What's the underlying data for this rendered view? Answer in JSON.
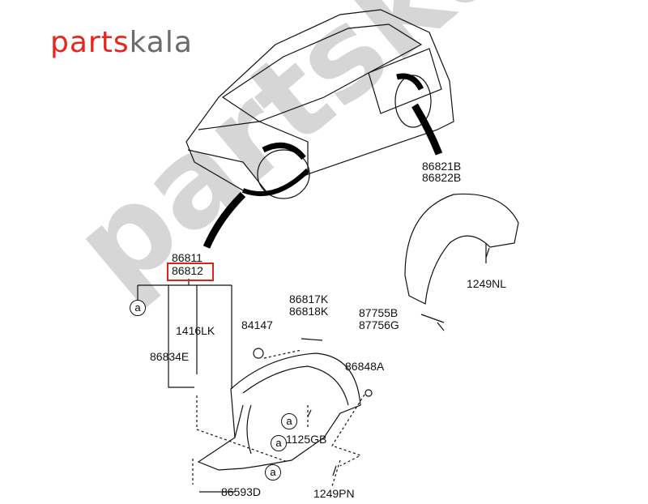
{
  "logo": {
    "part1": "parts",
    "part2": "kala"
  },
  "watermark": "partskala.ir",
  "labels": {
    "p86811": "86811",
    "p86812": "86812",
    "p1416LK": "1416LK",
    "p86834E": "86834E",
    "p84147": "84147",
    "p86817K": "86817K",
    "p86818K": "86818K",
    "p86848A": "86848A",
    "p1125GB": "1125GB",
    "p86593D": "86593D",
    "p1249PN": "1249PN",
    "p86821B": "86821B",
    "p86822B": "86822B",
    "p1249NL": "1249NL",
    "p87755B": "87755B",
    "p87756G": "87756G"
  },
  "ref_marker": "a",
  "highlight_color": "#e0201a"
}
